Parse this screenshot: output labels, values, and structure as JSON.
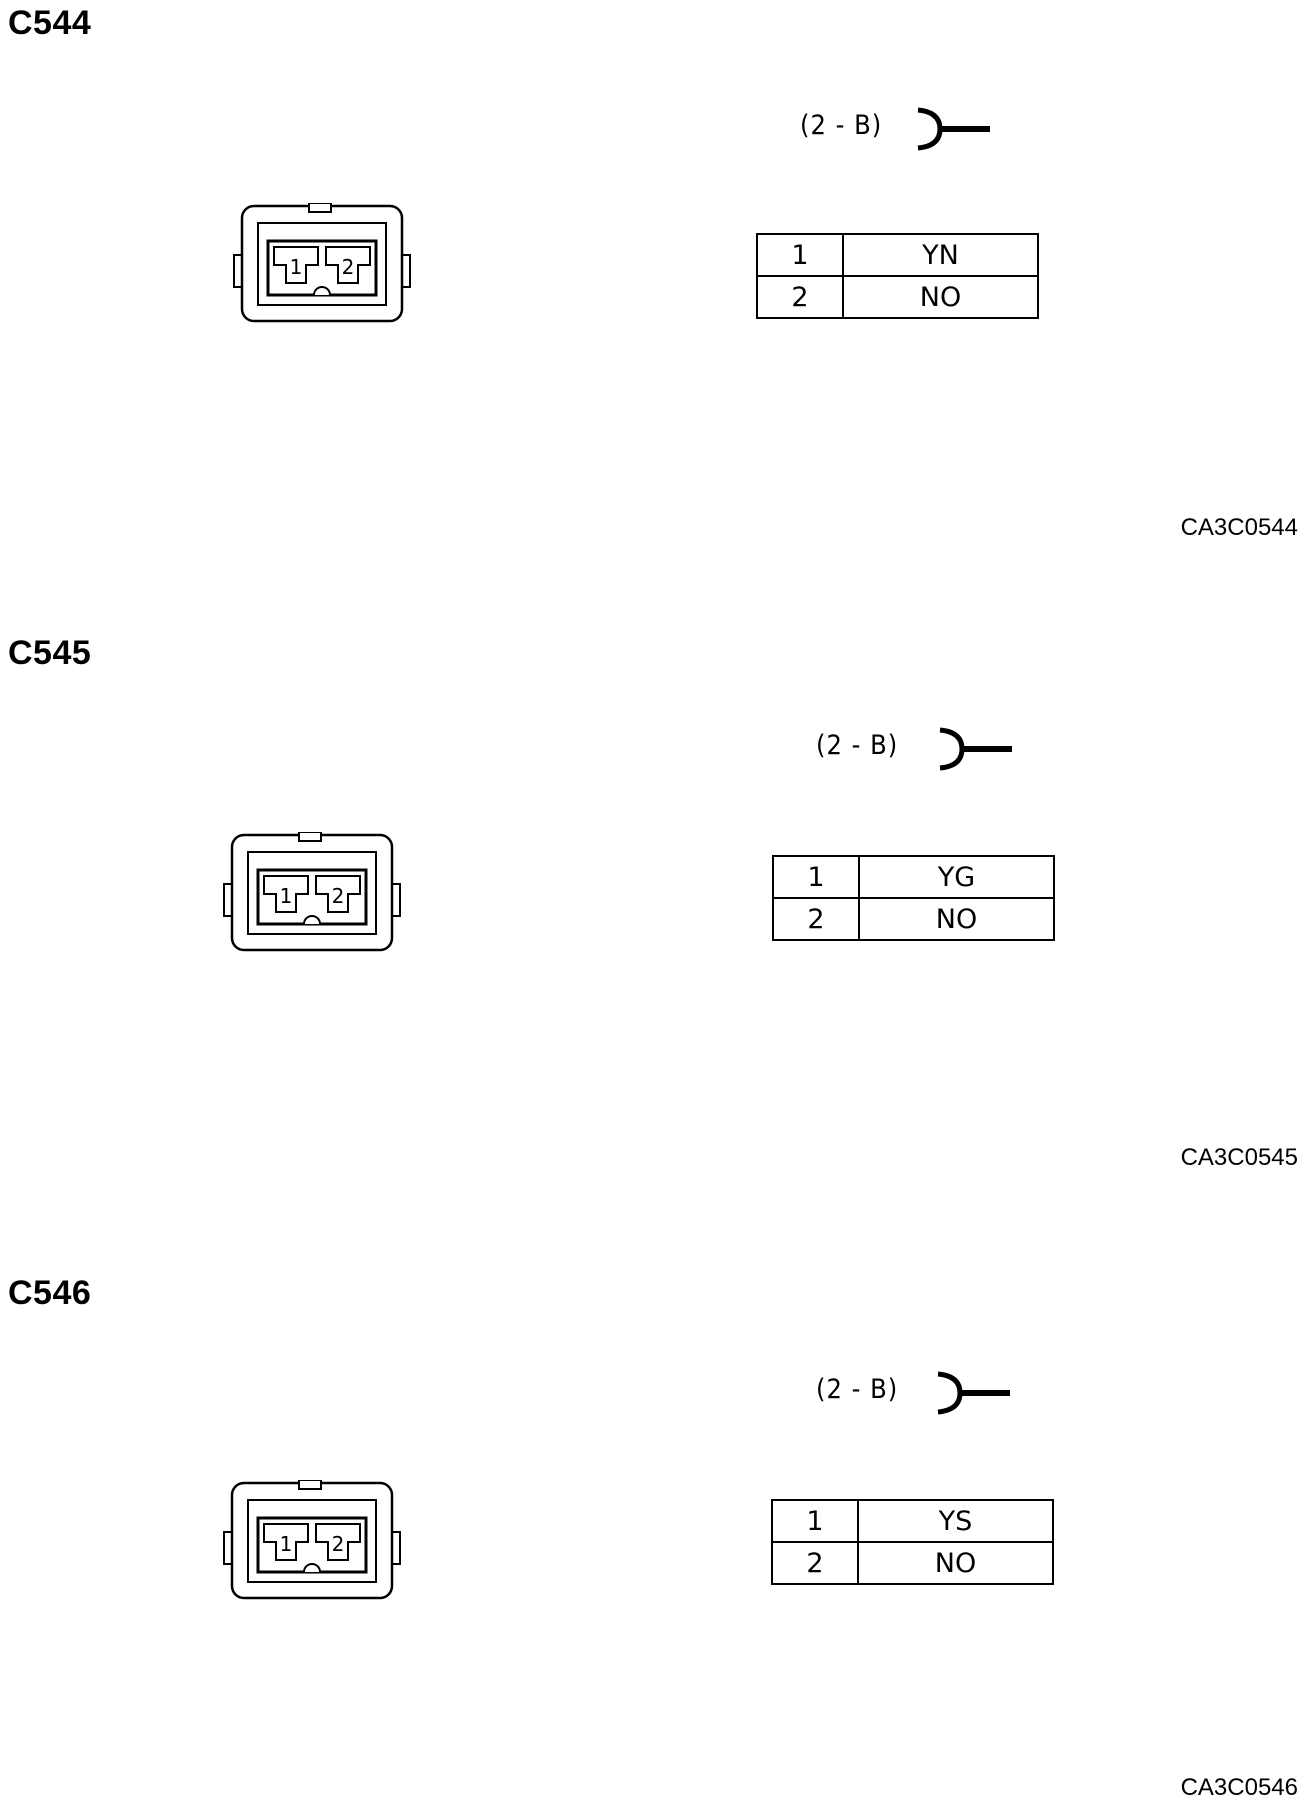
{
  "connectors": [
    {
      "id": "C544",
      "spec": "(2 - B)",
      "pin_labels": [
        "1",
        "2"
      ],
      "pins": [
        {
          "pin": "1",
          "wire": "YN"
        },
        {
          "pin": "2",
          "wire": "NO"
        }
      ],
      "ref": "CA3C0544"
    },
    {
      "id": "C545",
      "spec": "(2 - B)",
      "pin_labels": [
        "1",
        "2"
      ],
      "pins": [
        {
          "pin": "1",
          "wire": "YG"
        },
        {
          "pin": "2",
          "wire": "NO"
        }
      ],
      "ref": "CA3C0545"
    },
    {
      "id": "C546",
      "spec": "(2 - B)",
      "pin_labels": [
        "1",
        "2"
      ],
      "pins": [
        {
          "pin": "1",
          "wire": "YS"
        },
        {
          "pin": "2",
          "wire": "NO"
        }
      ],
      "ref": "CA3C0546"
    }
  ]
}
